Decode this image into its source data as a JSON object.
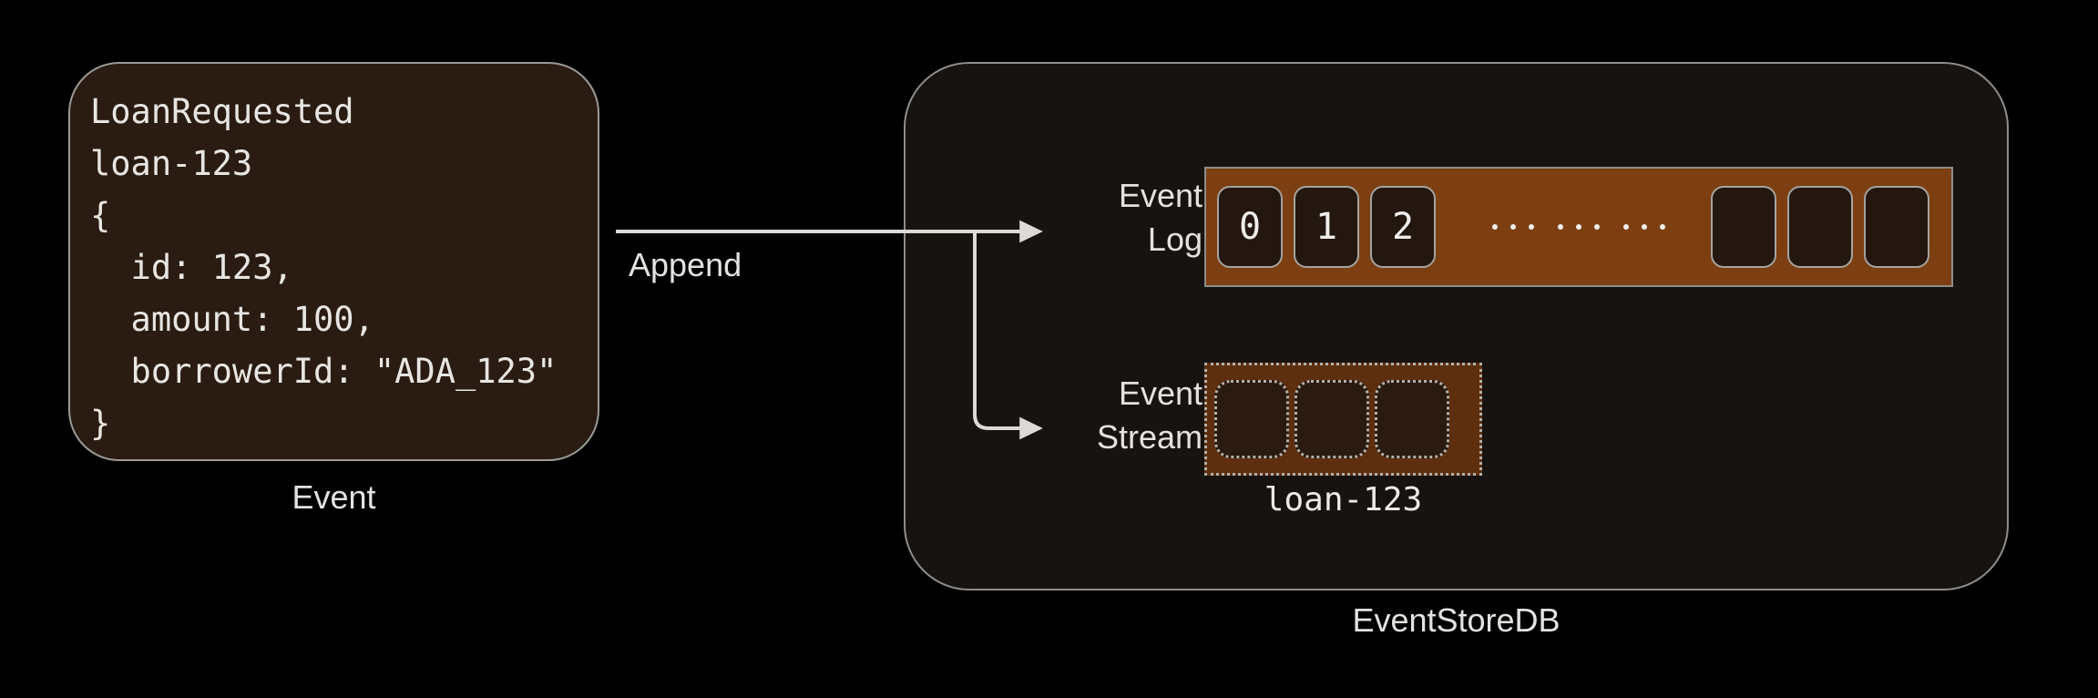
{
  "diagram": {
    "title": "Event append to EventStoreDB",
    "background_color": "#000000"
  },
  "event_card": {
    "label": "Event",
    "code": "LoanRequested\nloan-123\n{\n  id: 123,\n  amount: 100,\n  borrowerId: \"ADA_123\"\n}",
    "fill_color": "#2a1c12",
    "border_color": "#9a9a96"
  },
  "flow": {
    "append_label": "Append",
    "arrow_color": "#dcdad6"
  },
  "eventstore": {
    "label": "EventStoreDB",
    "fill_color": "#161310",
    "border_color": "#8e8e8a"
  },
  "event_log": {
    "label_line1": "Event",
    "label_line2": "Log",
    "bar_color": "#7d3f12",
    "cells": [
      {
        "value": "0"
      },
      {
        "value": "1"
      },
      {
        "value": "2"
      }
    ],
    "ellipsis_groups": 3,
    "ellipsis_dots_per_group": 3,
    "empty_cells": 3
  },
  "event_stream": {
    "label_line1": "Event",
    "label_line2": "Stream",
    "stream_name": "loan-123",
    "bar_color": "#5e2f0f",
    "cells": 3
  }
}
